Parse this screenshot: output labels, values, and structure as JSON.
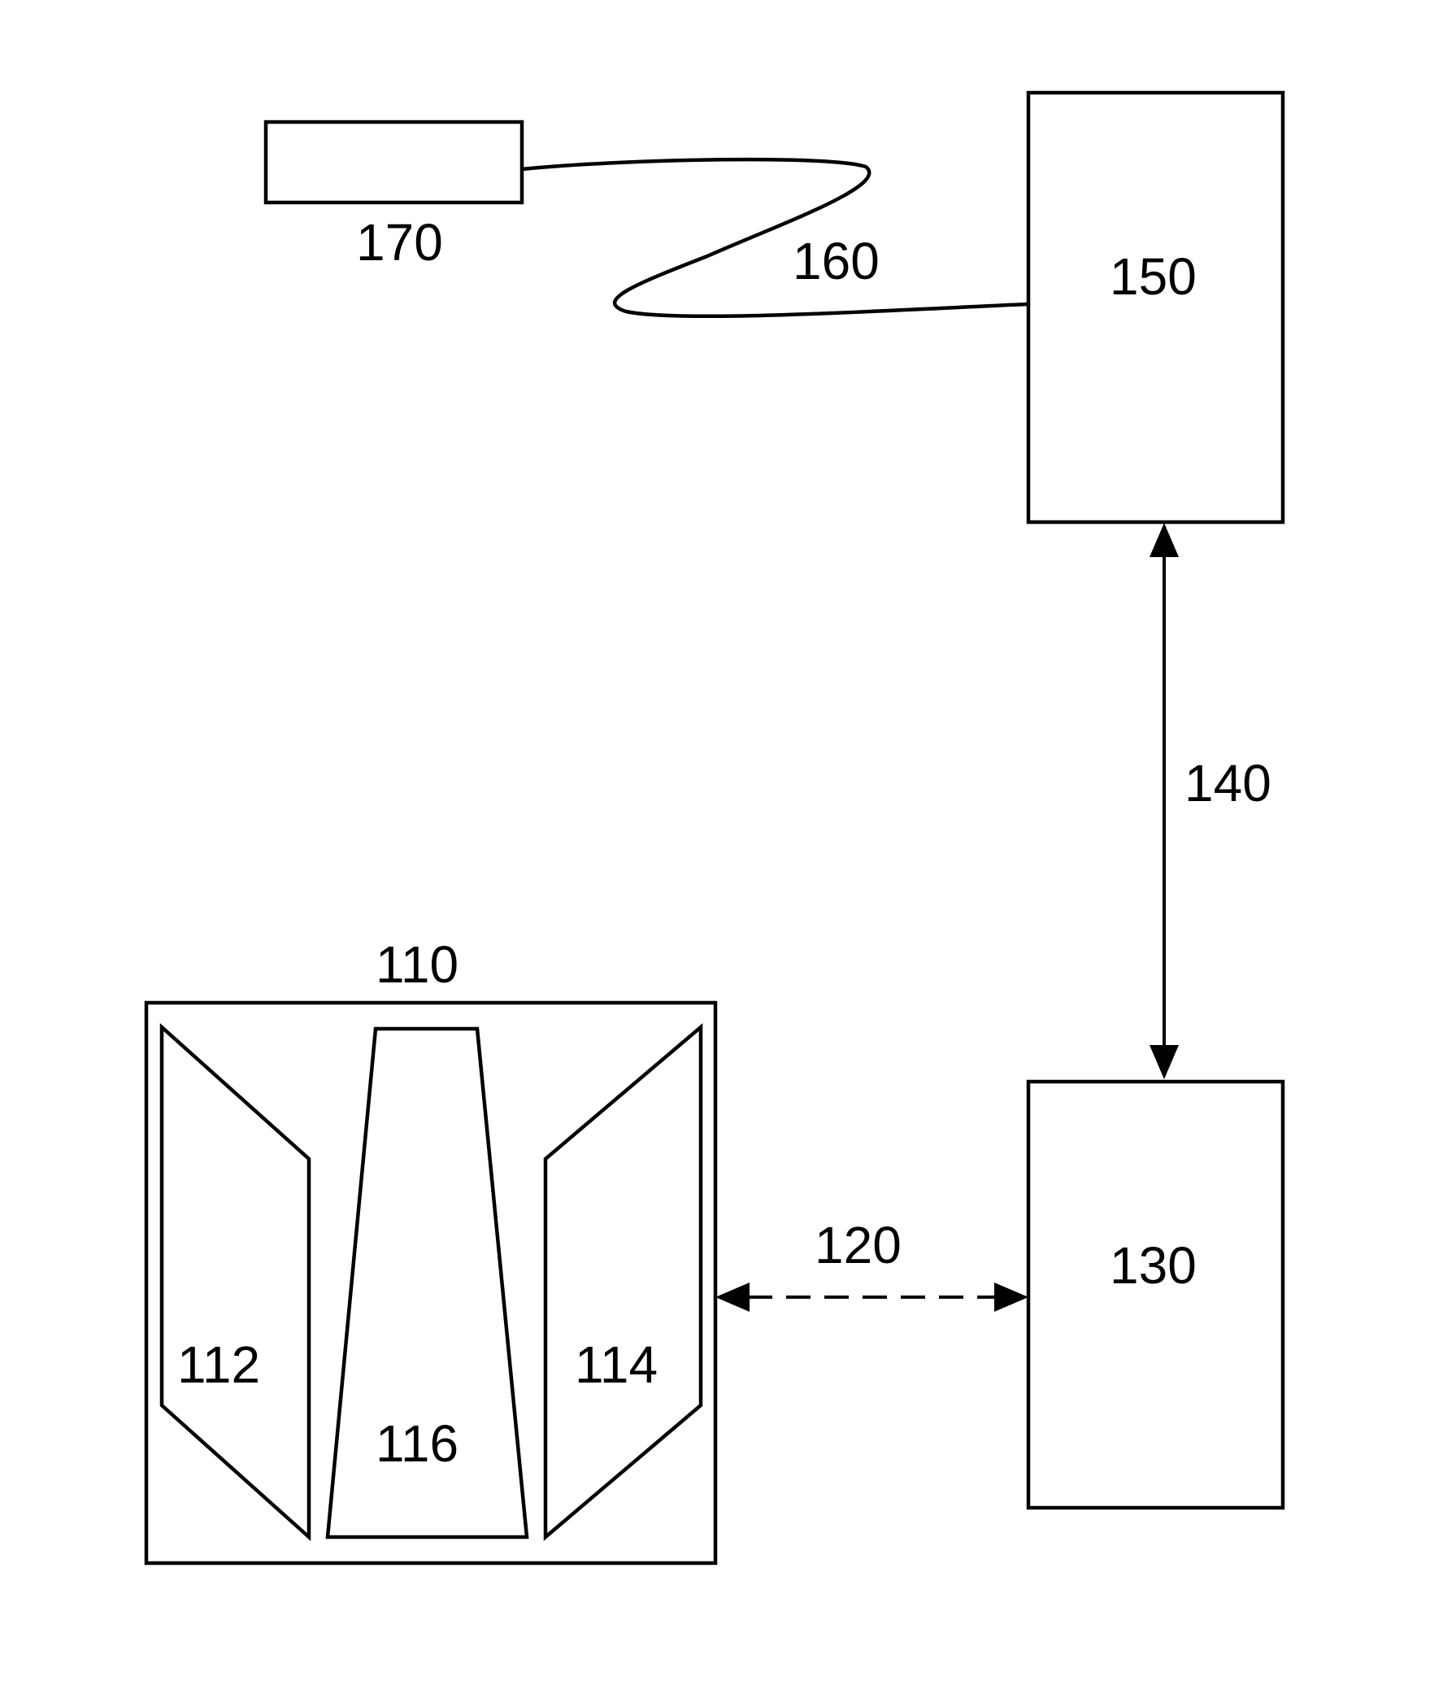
{
  "colors": {
    "stroke": "#000000",
    "background": "#ffffff"
  },
  "labels": {
    "device_170": "170",
    "cable_160": "160",
    "unit_150": "150",
    "link_140": "140",
    "unit_130": "130",
    "link_120": "120",
    "unit_110": "110",
    "panel_112": "112",
    "panel_114": "114",
    "panel_116": "116"
  }
}
